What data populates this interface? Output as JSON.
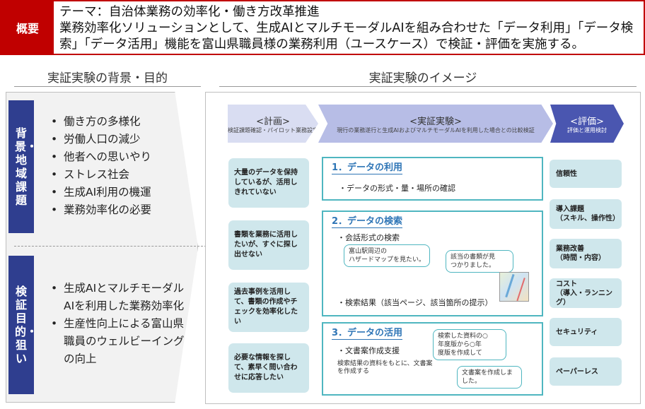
{
  "summary": {
    "label": "概要",
    "lines": [
      "テーマ：自治体業務の効率化・働き方改革推進",
      "業務効率化ソリューションとして、生成AIとマルチモーダルAIを組み合わせた「データ利用」「データ検",
      "索」「データ活用」機能を富山県職員様の業務利用（ユースケース）で検証・評価を実施する。"
    ]
  },
  "left": {
    "heading": "実証実験の背景・目的",
    "background_tab": "背景・地域課題",
    "background_items": [
      "働き方の多様化",
      "労働人口の減少",
      "他者への思いやり",
      "ストレス社会",
      "生成AI利用の機運",
      "業務効率化の必要"
    ],
    "purpose_tab": "検証目的・狙い",
    "purpose_items": [
      "生成AIとマルチモーダルAIを利用した業務効率化",
      "生産性向上による富山県職員のウェルビーイングの向上"
    ]
  },
  "right": {
    "heading": "実証実験のイメージ",
    "phases": {
      "plan": {
        "title": "<計画>",
        "sub": "検証課題確認・パイロット業務設定"
      },
      "experiment": {
        "title": "<実証実験>",
        "sub": "現行の業務遂行と生成AIおよびマルチモーダルAIを利用した場合との比較検証"
      },
      "evaluation": {
        "title": "<評価>",
        "sub": "評価と運用検討"
      }
    },
    "issues": [
      "大量のデータを保持しているが、活用しきれていない",
      "書類を業務に活用したいが、すぐに探し出せない",
      "過去事例を活用して、書類の作成やチェックを効率化したい",
      "必要な情報を探して、素早く問い合わせに応答したい"
    ],
    "box1": {
      "title": "1．データの利用",
      "text": "・データの形式・量・場所の確認"
    },
    "box2": {
      "title": "2．データの検索",
      "subtitle": "・会話形式の検索",
      "bubble_user": "富山駅周辺の\nハザードマップを見たい。",
      "bubble_ai": "該当の書類が見\nつかりました。",
      "result": "・検索結果（該当ページ、該当箇所の提示）"
    },
    "box3": {
      "title": "3．データの活用",
      "subtitle": "・文書案作成支援",
      "desc": "検索結果の資料をもとに、文書案\nを作成する",
      "bubble_user": "検索した資料の○\n年度版から○年\n度版を作成して",
      "bubble_ai": "文書案を作成しま\nした。"
    },
    "eval_items": [
      "信頼性",
      "導入課題\n（スキル、操作性）",
      "業務改善\n（時間・内容）",
      "コスト\n（導入・ランニング）",
      "セキュリティ",
      "ペーパーレス"
    ]
  }
}
